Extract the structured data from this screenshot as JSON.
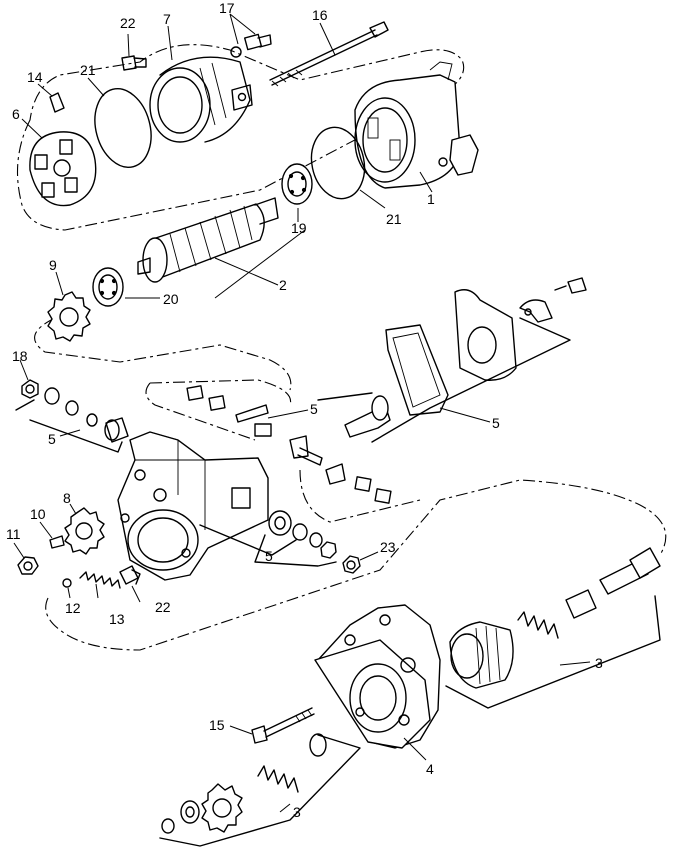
{
  "callouts": [
    {
      "id": "c1",
      "text": "1"
    },
    {
      "id": "c2",
      "text": "2"
    },
    {
      "id": "c3a",
      "text": "3"
    },
    {
      "id": "c3b",
      "text": "3"
    },
    {
      "id": "c4",
      "text": "4"
    },
    {
      "id": "c5a",
      "text": "5"
    },
    {
      "id": "c5b",
      "text": "5"
    },
    {
      "id": "c5c",
      "text": "5"
    },
    {
      "id": "c5d",
      "text": "5"
    },
    {
      "id": "c6",
      "text": "6"
    },
    {
      "id": "c7",
      "text": "7"
    },
    {
      "id": "c8",
      "text": "8"
    },
    {
      "id": "c9",
      "text": "9"
    },
    {
      "id": "c10",
      "text": "10"
    },
    {
      "id": "c11",
      "text": "11"
    },
    {
      "id": "c12",
      "text": "12"
    },
    {
      "id": "c13",
      "text": "13"
    },
    {
      "id": "c14",
      "text": "14"
    },
    {
      "id": "c15",
      "text": "15"
    },
    {
      "id": "c16",
      "text": "16"
    },
    {
      "id": "c17",
      "text": "17"
    },
    {
      "id": "c18",
      "text": "18"
    },
    {
      "id": "c19",
      "text": "19"
    },
    {
      "id": "c20",
      "text": "20"
    },
    {
      "id": "c21a",
      "text": "21"
    },
    {
      "id": "c21b",
      "text": "21"
    },
    {
      "id": "c22a",
      "text": "22"
    },
    {
      "id": "c22b",
      "text": "22"
    },
    {
      "id": "c23",
      "text": "23"
    }
  ]
}
